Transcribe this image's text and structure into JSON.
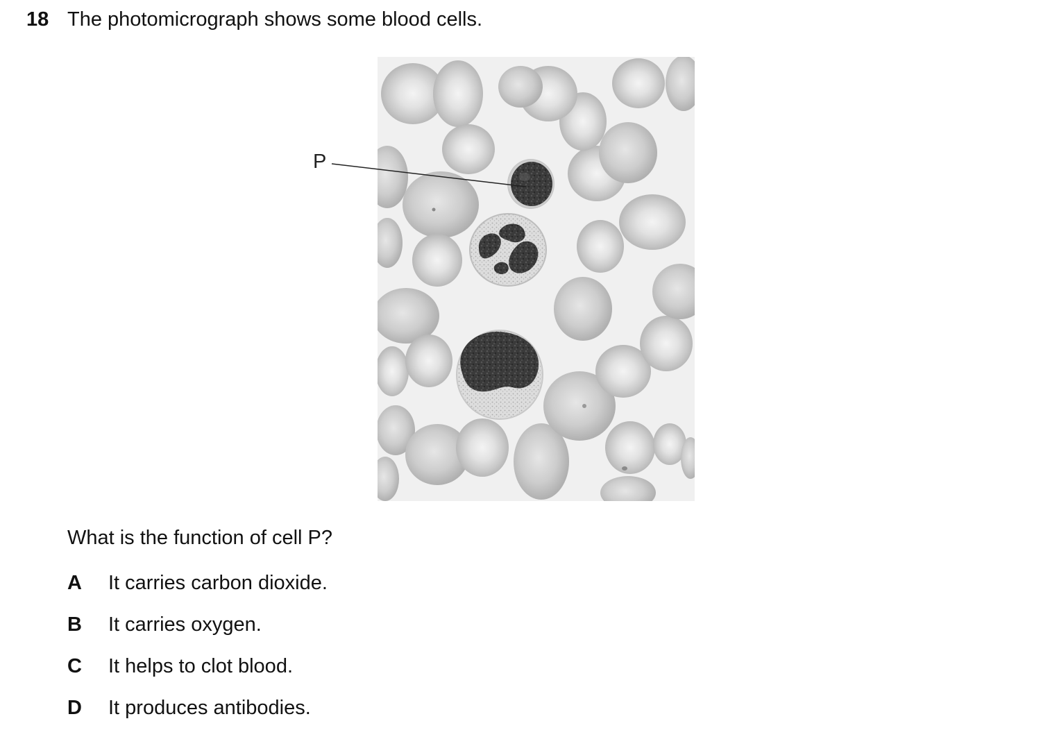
{
  "question": {
    "number": "18",
    "stem": "The photomicrograph shows some blood cells.",
    "prompt": "What is the function of cell P?"
  },
  "figure": {
    "label": "P"
  },
  "options": [
    {
      "letter": "A",
      "text": "It carries carbon dioxide."
    },
    {
      "letter": "B",
      "text": "It carries oxygen."
    },
    {
      "letter": "C",
      "text": "It helps to clot blood."
    },
    {
      "letter": "D",
      "text": "It produces antibodies."
    }
  ]
}
